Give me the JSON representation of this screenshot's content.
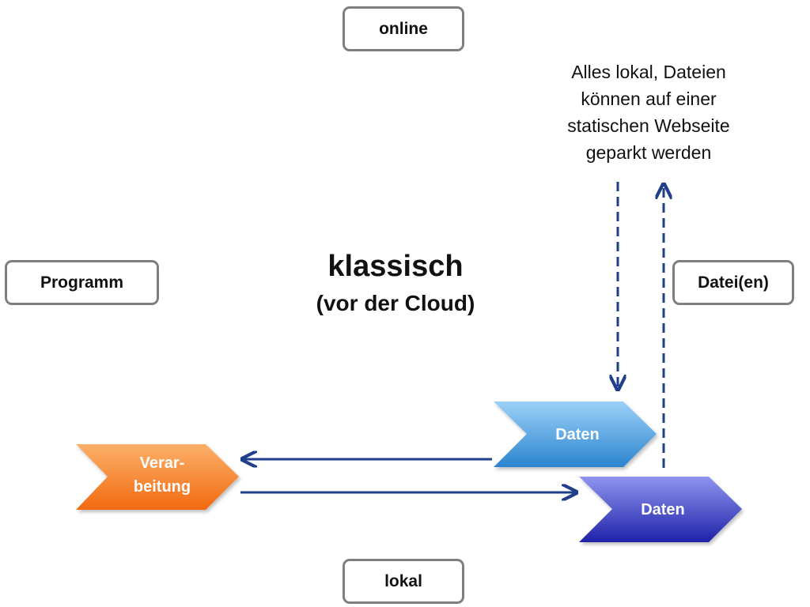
{
  "boxes": {
    "online": "online",
    "programm": "Programm",
    "dateien": "Datei(en)",
    "lokal": "lokal"
  },
  "title": {
    "main": "klassisch",
    "sub": "(vor der Cloud)"
  },
  "note": "Alles lokal, Dateien können auf einer statischen Webseite geparkt werden",
  "shapes": {
    "verarbeitung_line1": "Verar-",
    "verarbeitung_line2": "beitung",
    "daten_top": "Daten",
    "daten_bottom": "Daten"
  },
  "colors": {
    "orange": "#f47b20",
    "light_blue": "#4aa3e0",
    "dark_blue": "#2a2fb0",
    "arrow": "#1f3f8a",
    "border": "#7f7f7f"
  }
}
